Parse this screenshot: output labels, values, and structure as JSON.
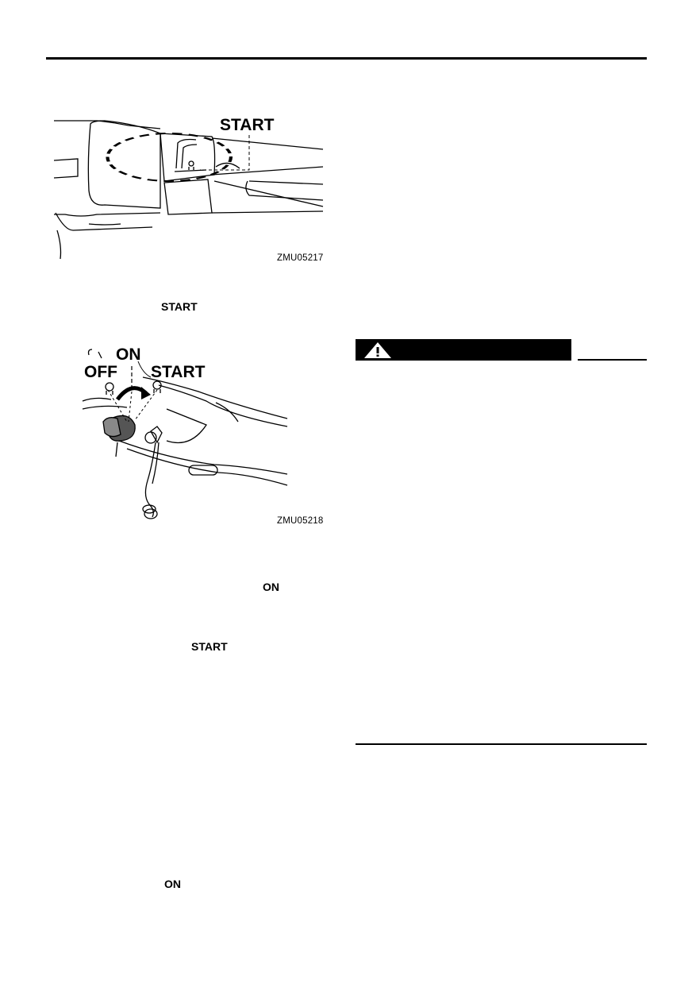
{
  "figures": [
    {
      "id": "ZMU05217",
      "code": "ZMU05217",
      "callout": "START"
    },
    {
      "id": "ZMU05218",
      "code": "ZMU05218",
      "callouts": {
        "off": "OFF",
        "on": "ON",
        "start": "START"
      }
    }
  ],
  "inline_labels": {
    "start_1": "START",
    "on_1": "ON",
    "start_2": "START",
    "on_2": "ON"
  },
  "warning": {
    "icon": "exclamation-triangle-icon"
  }
}
